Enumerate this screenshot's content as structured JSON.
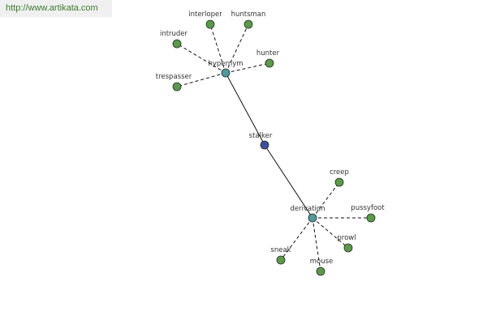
{
  "watermark": {
    "text": "http://www.artikata.com"
  },
  "colors": {
    "leaf": "#5a9a4a",
    "relation": "#4f9a9a",
    "center": "#3d4f9f",
    "stroke": "#2a2a2a",
    "edge": "#111111"
  },
  "graph": {
    "center": {
      "id": "stalker",
      "label": "stalker"
    },
    "relations": [
      {
        "id": "hypernym",
        "label": "hypernym",
        "children": [
          "interloper",
          "huntsman",
          "intruder",
          "hunter",
          "trespasser"
        ]
      },
      {
        "id": "derivation",
        "label": "derivation",
        "children": [
          "creep",
          "pussyfoot",
          "prowl",
          "mouse",
          "sneak"
        ]
      }
    ]
  }
}
